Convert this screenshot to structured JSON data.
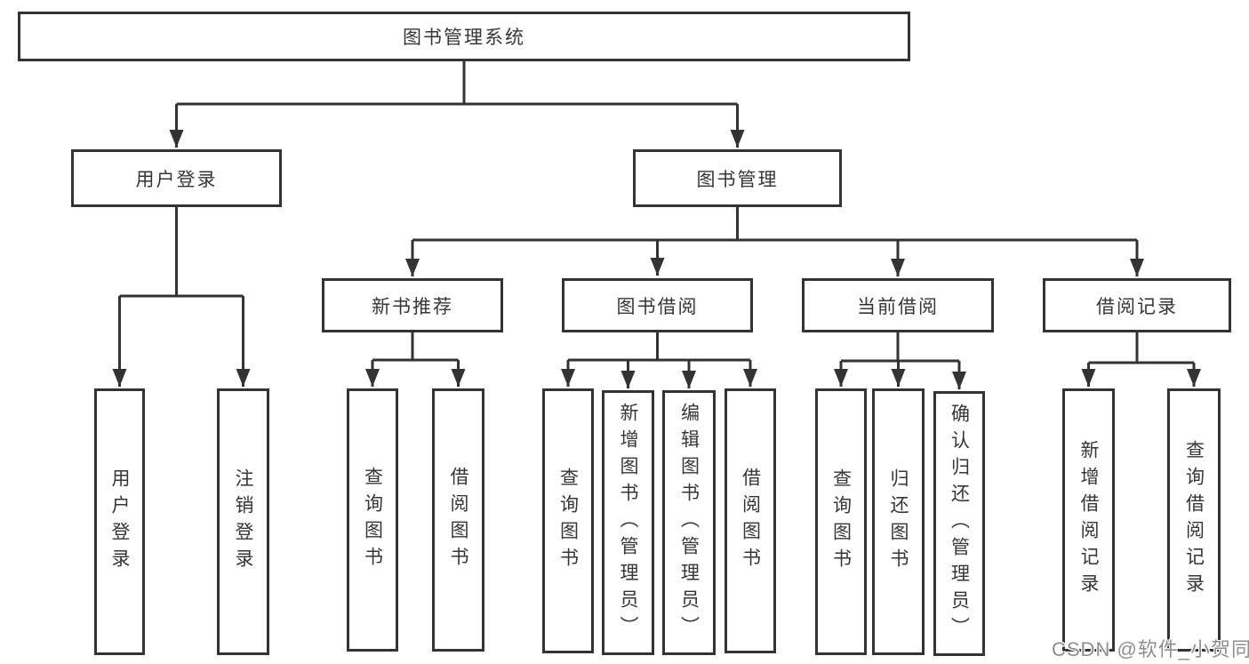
{
  "colors": {
    "line": "#333333",
    "box_border": "#333333",
    "box_background": "#ffffff",
    "text": "#363636",
    "watermark_text": "#8f8f8f"
  },
  "tree": {
    "label": "图书管理系统",
    "children": [
      {
        "label": "用户登录",
        "children": [
          {
            "label": "用户登录"
          },
          {
            "label": "注销登录"
          }
        ]
      },
      {
        "label": "图书管理",
        "children": [
          {
            "label": "新书推荐",
            "children": [
              {
                "label": "查询图书"
              },
              {
                "label": "借阅图书"
              }
            ]
          },
          {
            "label": "图书借阅",
            "children": [
              {
                "label": "查询图书"
              },
              {
                "label": "新增图书（管理员）"
              },
              {
                "label": "编辑图书（管理员）"
              },
              {
                "label": "借阅图书"
              }
            ]
          },
          {
            "label": "当前借阅",
            "children": [
              {
                "label": "查询图书"
              },
              {
                "label": "归还图书"
              },
              {
                "label": "确认归还（管理员）"
              }
            ]
          },
          {
            "label": "借阅记录",
            "children": [
              {
                "label": "新增借阅记录"
              },
              {
                "label": "查询借阅记录"
              }
            ]
          }
        ]
      }
    ]
  },
  "watermark": {
    "text": "CSDN @软件_小贺同学"
  }
}
